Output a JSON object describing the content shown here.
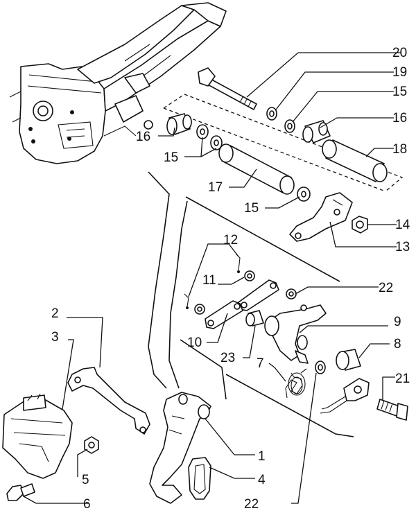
{
  "diagram": {
    "callouts": [
      {
        "id": "20",
        "text": "20"
      },
      {
        "id": "19",
        "text": "19"
      },
      {
        "id": "15a",
        "text": "15"
      },
      {
        "id": "16a",
        "text": "16"
      },
      {
        "id": "16b",
        "text": "16"
      },
      {
        "id": "15b",
        "text": "15"
      },
      {
        "id": "18",
        "text": "18"
      },
      {
        "id": "17",
        "text": "17"
      },
      {
        "id": "15c",
        "text": "15"
      },
      {
        "id": "14",
        "text": "14"
      },
      {
        "id": "13",
        "text": "13"
      },
      {
        "id": "12",
        "text": "12"
      },
      {
        "id": "11",
        "text": "11"
      },
      {
        "id": "22a",
        "text": "22"
      },
      {
        "id": "9",
        "text": "9"
      },
      {
        "id": "10",
        "text": "10"
      },
      {
        "id": "23",
        "text": "23"
      },
      {
        "id": "7",
        "text": "7"
      },
      {
        "id": "8",
        "text": "8"
      },
      {
        "id": "2",
        "text": "2"
      },
      {
        "id": "3",
        "text": "3"
      },
      {
        "id": "21",
        "text": "21"
      },
      {
        "id": "1",
        "text": "1"
      },
      {
        "id": "5",
        "text": "5"
      },
      {
        "id": "4",
        "text": "4"
      },
      {
        "id": "6",
        "text": "6"
      },
      {
        "id": "22b",
        "text": "22"
      }
    ]
  }
}
